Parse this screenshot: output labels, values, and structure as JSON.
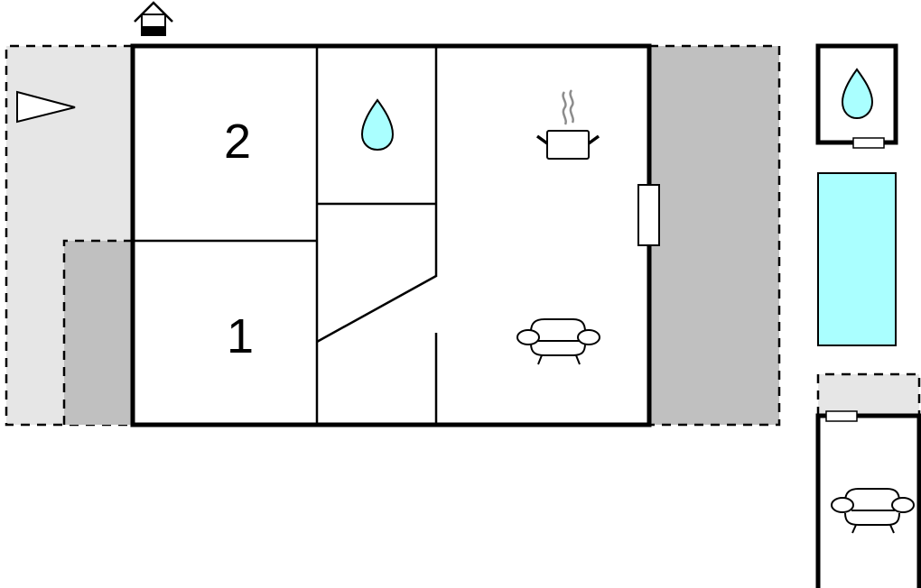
{
  "diagram": {
    "type": "floor-plan",
    "colors": {
      "background": "#ffffff",
      "wall": "#000000",
      "terrace_light": "#e6e6e6",
      "terrace_dark": "#c0c0c0",
      "water": "#aaffff",
      "steam": "#8c8c8c"
    },
    "rooms": [
      {
        "id": "bedroom-2",
        "label": "2"
      },
      {
        "id": "bedroom-1",
        "label": "1"
      },
      {
        "id": "bathroom",
        "icon": "water-drop-icon"
      },
      {
        "id": "hallway"
      },
      {
        "id": "kitchen-living",
        "icons": [
          "cooking-pot-icon",
          "sofa-icon"
        ]
      }
    ],
    "outbuildings": [
      {
        "id": "outdoor-bathroom",
        "icon": "water-drop-icon"
      },
      {
        "id": "swimming-pool"
      },
      {
        "id": "annex-living",
        "icon": "sofa-icon"
      }
    ],
    "markers": [
      {
        "id": "entrance",
        "icon": "house-entrance-icon"
      },
      {
        "id": "orientation",
        "icon": "direction-triangle-icon"
      }
    ]
  }
}
